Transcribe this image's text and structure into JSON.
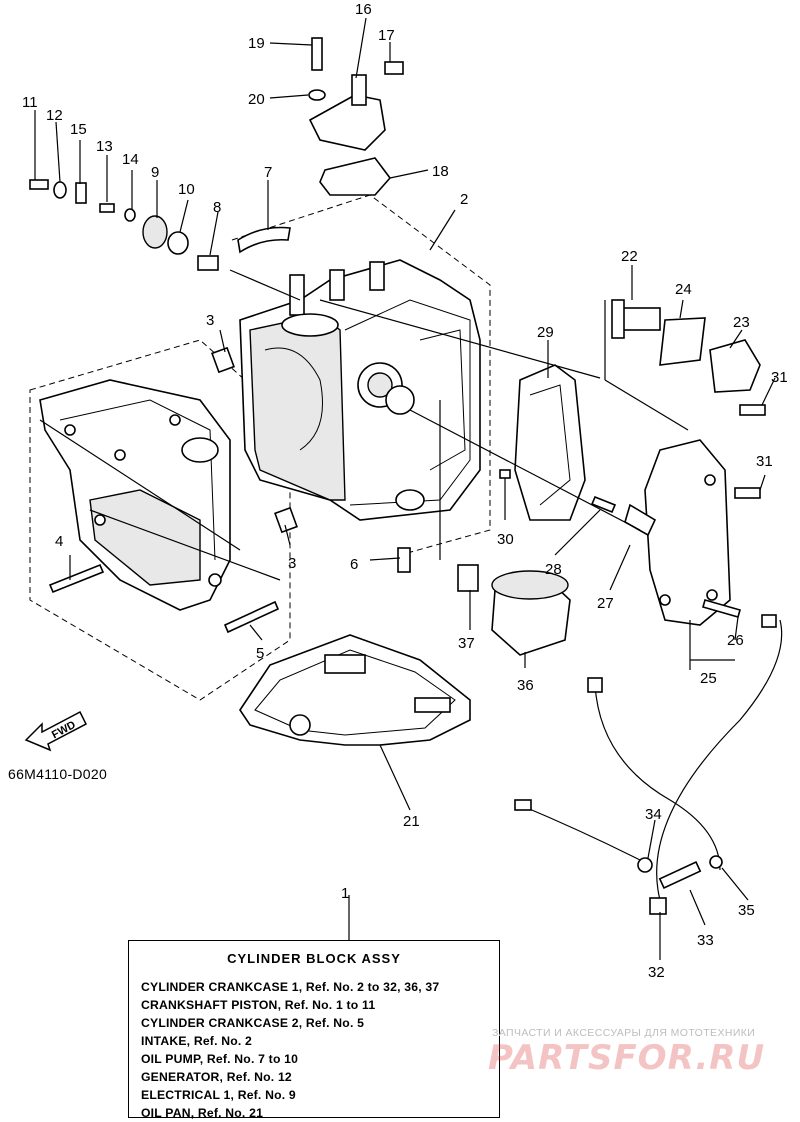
{
  "diagram": {
    "callouts": [
      "1",
      "2",
      "3",
      "3",
      "4",
      "5",
      "6",
      "7",
      "8",
      "9",
      "10",
      "11",
      "12",
      "13",
      "14",
      "15",
      "16",
      "17",
      "18",
      "19",
      "20",
      "21",
      "22",
      "23",
      "24",
      "25",
      "26",
      "27",
      "28",
      "29",
      "30",
      "31",
      "31",
      "32",
      "33",
      "34",
      "35",
      "36",
      "37"
    ],
    "drawing_code": "66M4110-D020",
    "fwd_label": "FWD"
  },
  "legend": {
    "title": "CYLINDER BLOCK ASSY",
    "rows": [
      "CYLINDER CRANKCASE 1, Ref. No. 2 to 32, 36, 37",
      "CRANKSHAFT PISTON, Ref. No. 1 to 11",
      "CYLINDER CRANKCASE 2, Ref. No. 5",
      "INTAKE, Ref. No. 2",
      "OIL PUMP, Ref. No. 7 to 10",
      "GENERATOR, Ref. No. 12",
      "ELECTRICAL 1, Ref. No. 9",
      "OIL PAN, Ref. No. 21"
    ]
  },
  "watermark": {
    "tagline": "ЗАПЧАСТИ И АКСЕССУАРЫ ДЛЯ МОТОТЕХНИКИ",
    "brand": "PARTSFOR.RU",
    "color": "#d62828"
  }
}
